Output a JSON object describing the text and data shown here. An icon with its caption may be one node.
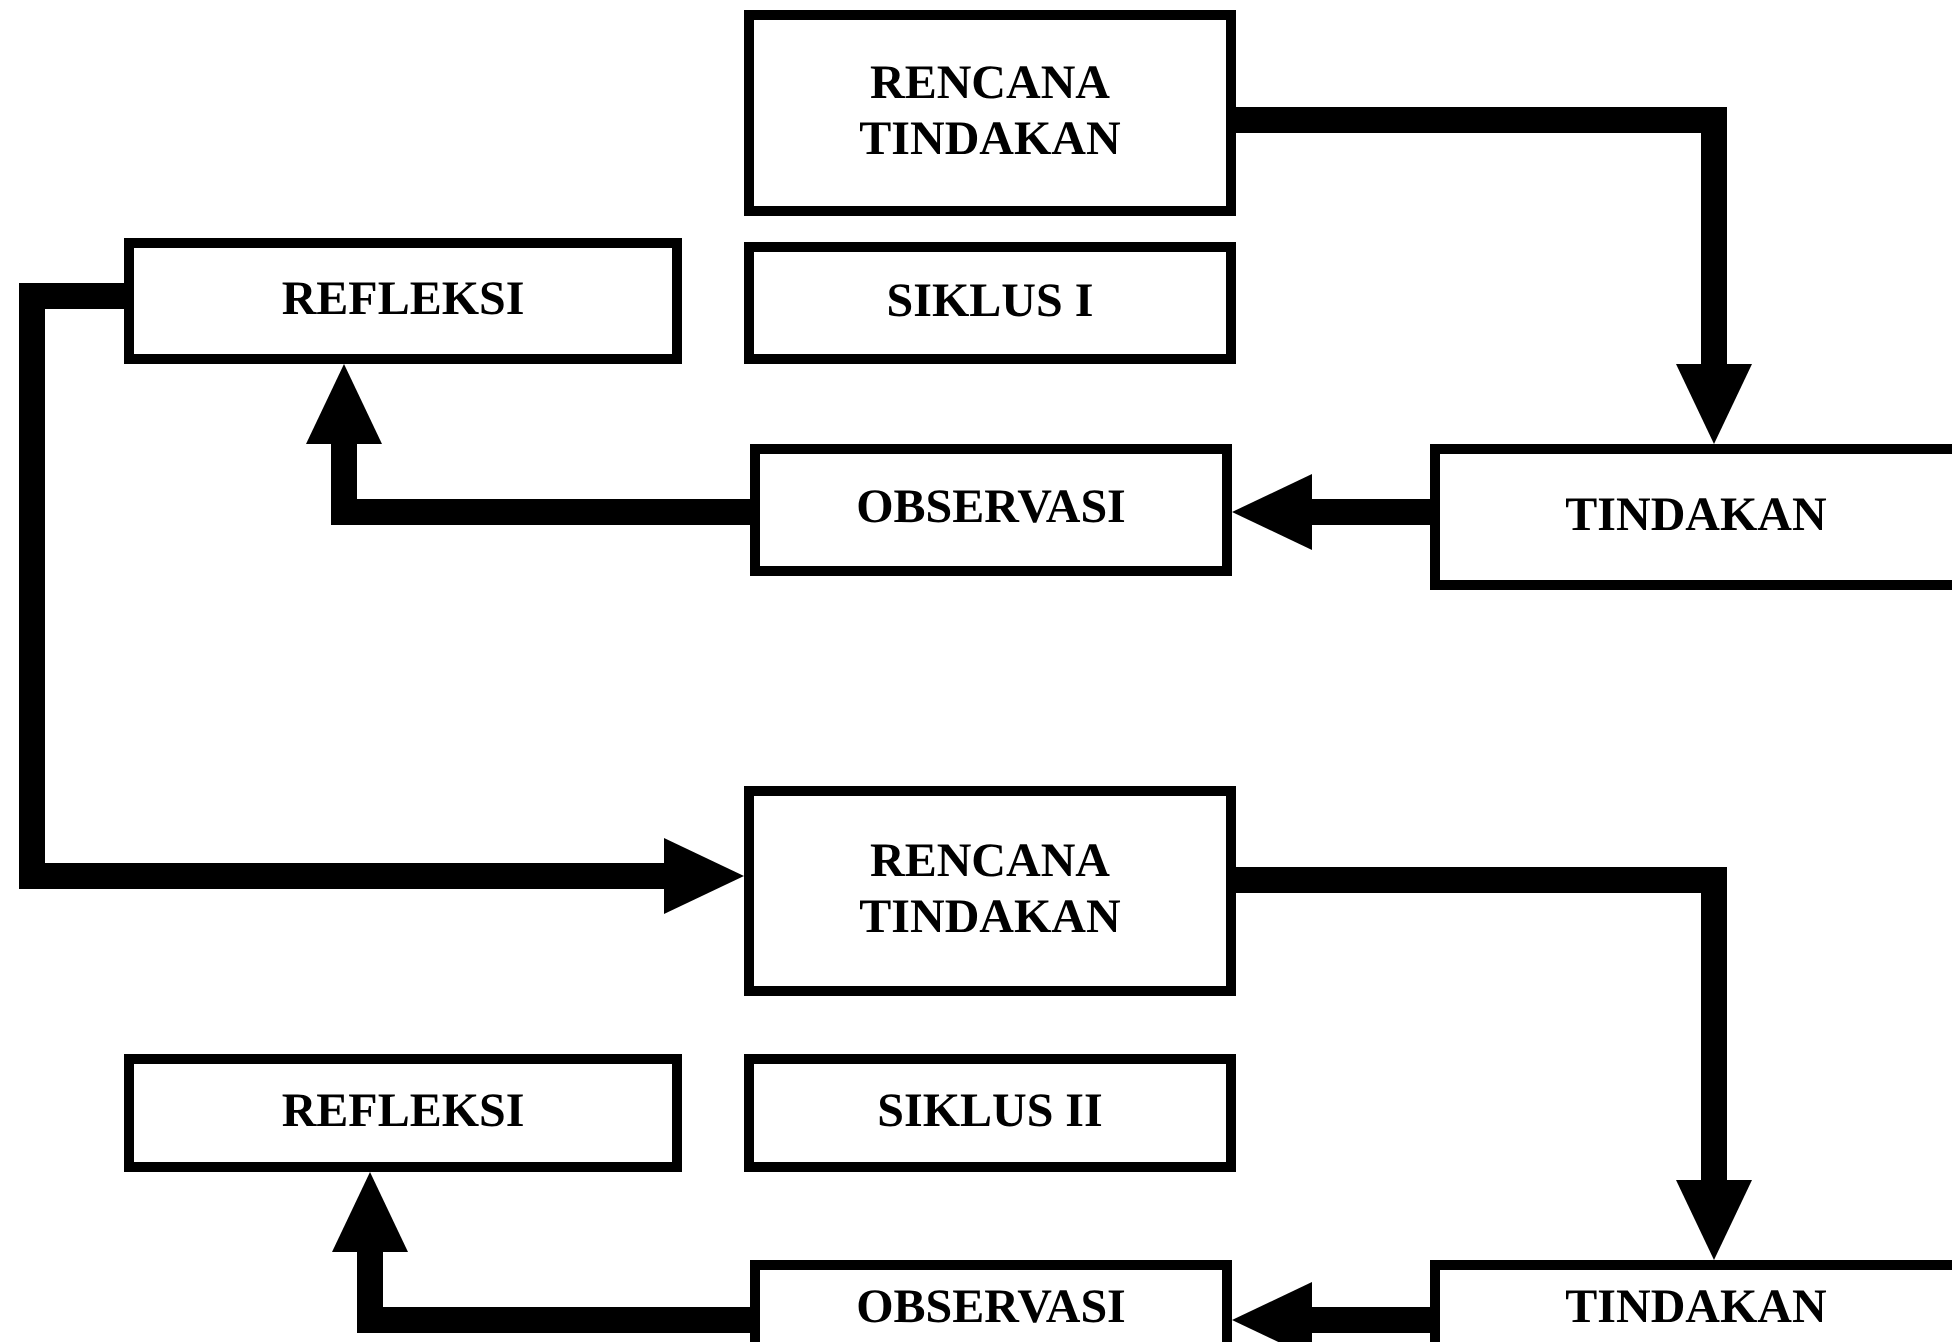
{
  "diagram": {
    "nodes": [
      {
        "text": [
          "RENCANA TINDAKAN"
        ]
      },
      {
        "text": [
          "REFLEKSI"
        ]
      },
      {
        "text": [
          "SIKLUS I"
        ]
      },
      {
        "text": [
          "OBSERVASI"
        ]
      },
      {
        "text": [
          "TINDAKAN"
        ]
      },
      {
        "text": [
          "RENCANA TINDAKAN"
        ]
      },
      {
        "text": [
          "REFLEKSI"
        ]
      },
      {
        "text": [
          "SIKLUS II"
        ]
      },
      {
        "text": [
          "OBSERVASI"
        ]
      },
      {
        "text": [
          "TINDAKAN"
        ]
      }
    ],
    "edges": [
      {
        "from": 0,
        "to": 4,
        "arrow": "to"
      },
      {
        "from": 4,
        "to": 3,
        "arrow": "to"
      },
      {
        "from": 3,
        "to": 1,
        "arrow": "to"
      },
      {
        "from": 1,
        "to": 5,
        "arrow": "to"
      },
      {
        "from": 5,
        "to": 9,
        "arrow": "to"
      },
      {
        "from": 9,
        "to": 8,
        "arrow": "to"
      },
      {
        "from": 8,
        "to": 6,
        "arrow": "to"
      }
    ]
  }
}
